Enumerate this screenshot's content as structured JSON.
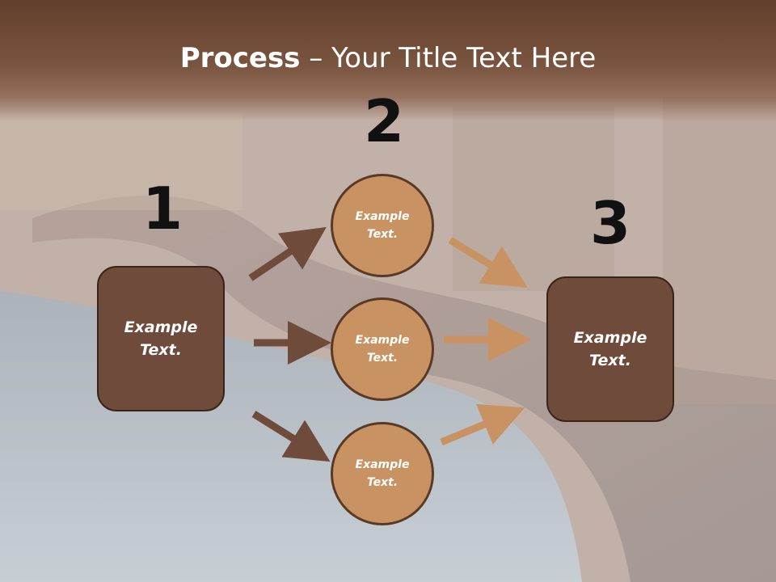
{
  "title": {
    "bold": "Process",
    "rest": " – Your Title Text Here"
  },
  "steps": [
    {
      "number": "1",
      "box_text": "Example\nText."
    },
    {
      "number": "2"
    },
    {
      "number": "3",
      "box_text": "Example\nText."
    }
  ],
  "circles": [
    {
      "text": "Example\nText."
    },
    {
      "text": "Example\nText."
    },
    {
      "text": "Example\nText."
    }
  ],
  "colors": {
    "title_band": "#6b4733",
    "box": "#6e4b3a",
    "circle": "#c99262",
    "arrow_dark": "#6e4b3a",
    "arrow_light": "#c99262"
  }
}
